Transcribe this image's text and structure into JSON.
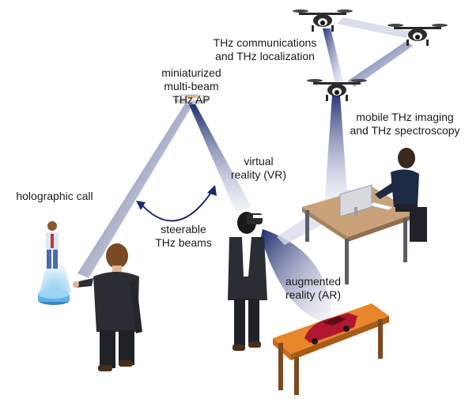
{
  "labels": {
    "ap": [
      "miniaturized",
      "multi-beam",
      "THz AP"
    ],
    "holographic": [
      "holographic call"
    ],
    "steerable": [
      "steerable",
      "THz beams"
    ],
    "vr": [
      "virtual",
      "reality (VR)"
    ],
    "comms": [
      "THz communications",
      "and THz localization"
    ],
    "imaging": [
      "mobile THz imaging",
      "and THz spectroscopy"
    ],
    "ar": [
      "augmented",
      "reality (AR)"
    ]
  },
  "colors": {
    "beam_dark": "#1c2a6b",
    "beam_light": "#dfe3f0",
    "hologram": "#5bb3ea",
    "table_top": "#e9862c",
    "table_legs": "#7a4a1e",
    "desk_top": "#c9a27a",
    "car": "#b0162f",
    "suit": "#2a2d33",
    "hair": "#7a4a24"
  },
  "icons": [
    "drone-icon",
    "access-point-icon",
    "hologram-projector-icon",
    "vr-headset-icon",
    "toy-car-icon",
    "computer-monitor-icon"
  ]
}
